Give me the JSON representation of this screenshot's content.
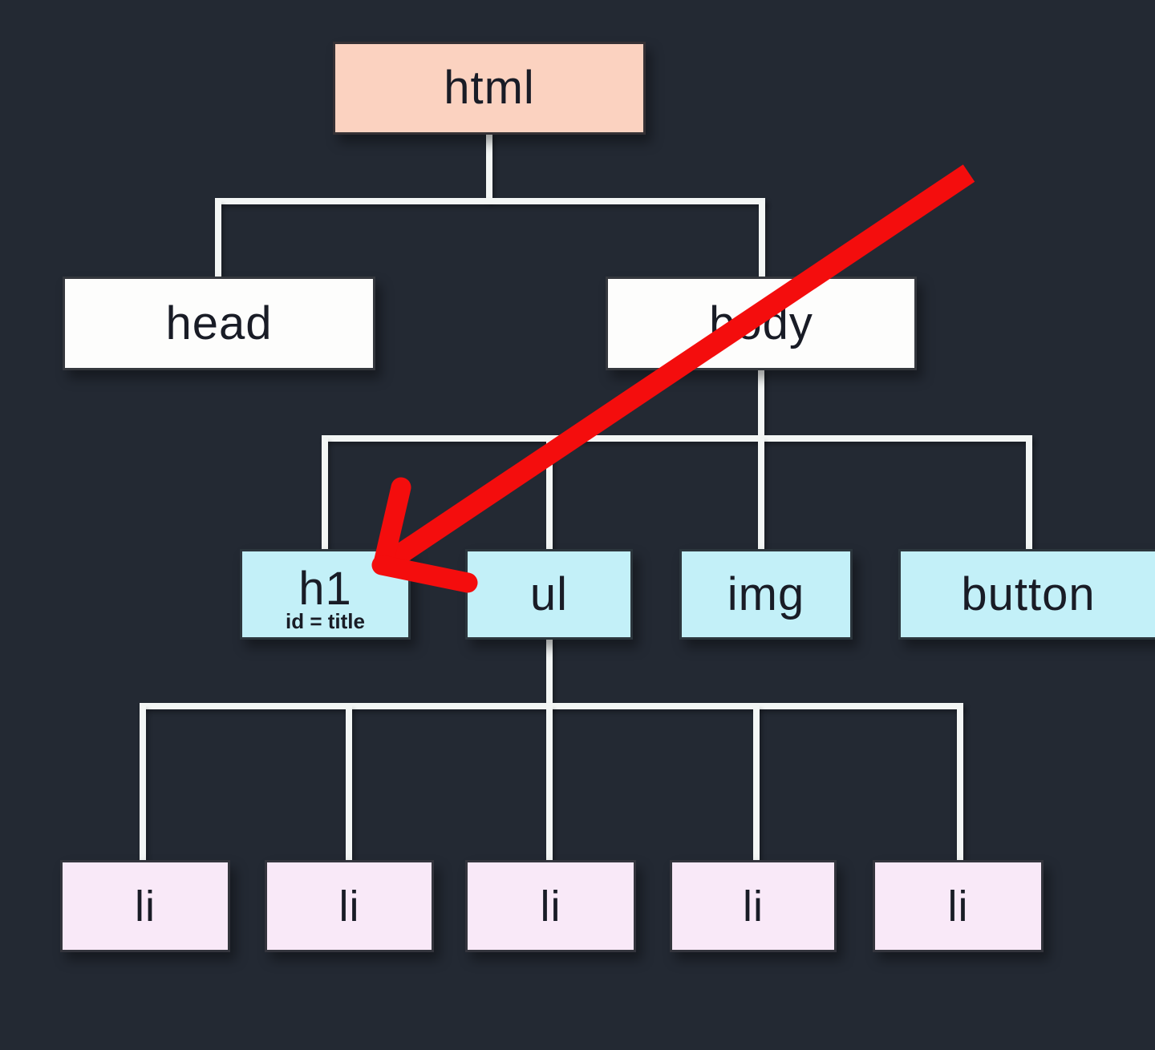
{
  "diagram": {
    "type": "tree",
    "subject": "HTML DOM tree",
    "nodes": {
      "html": {
        "label": "html",
        "level": 1
      },
      "head": {
        "label": "head",
        "level": 2
      },
      "body": {
        "label": "body",
        "level": 2
      },
      "h1": {
        "label": "h1",
        "sublabel": "id = title",
        "level": 3
      },
      "ul": {
        "label": "ul",
        "level": 3
      },
      "img": {
        "label": "img",
        "level": 3
      },
      "button": {
        "label": "button",
        "level": 3
      },
      "li1": {
        "label": "li",
        "level": 4
      },
      "li2": {
        "label": "li",
        "level": 4
      },
      "li3": {
        "label": "li",
        "level": 4
      },
      "li4": {
        "label": "li",
        "level": 4
      },
      "li5": {
        "label": "li",
        "level": 4
      }
    },
    "edges": [
      {
        "from": "html",
        "to": "head"
      },
      {
        "from": "html",
        "to": "body"
      },
      {
        "from": "body",
        "to": "h1"
      },
      {
        "from": "body",
        "to": "ul"
      },
      {
        "from": "body",
        "to": "img"
      },
      {
        "from": "body",
        "to": "button"
      },
      {
        "from": "ul",
        "to": "li1"
      },
      {
        "from": "ul",
        "to": "li2"
      },
      {
        "from": "ul",
        "to": "li3"
      },
      {
        "from": "ul",
        "to": "li4"
      },
      {
        "from": "ul",
        "to": "li5"
      }
    ],
    "annotation": {
      "type": "arrow",
      "target": "h1",
      "description": "thick red arrow pointing from upper right down to the h1 node"
    }
  },
  "colors": {
    "background": "#232933",
    "node_root": "#fbd2c0",
    "node_level2": "#fdfdfc",
    "node_level3": "#c3f0f8",
    "node_level4": "#f9e9f8",
    "connector": "#f3f6f5",
    "text": "#191c26",
    "arrow": "#f40d0d"
  }
}
